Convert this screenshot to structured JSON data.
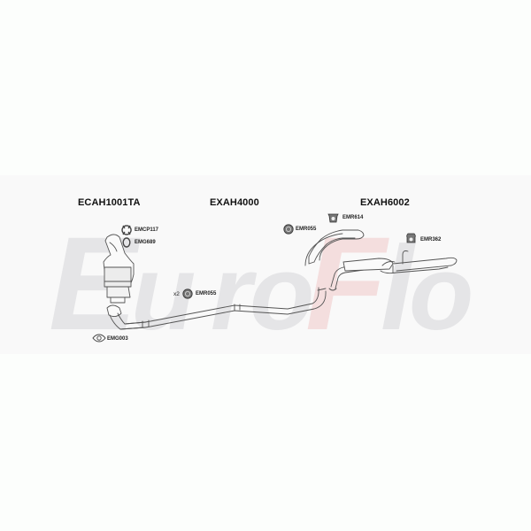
{
  "brand": {
    "watermark": "EuroFlo",
    "watermark_letters": [
      "E",
      "u",
      "r",
      "o",
      "F",
      "l",
      "o"
    ],
    "colors": {
      "watermark_gray": "#e4e4e6",
      "watermark_red": "#f4dcdc",
      "pipe_stroke": "#555555",
      "band_bg": "#f9f9f9"
    }
  },
  "sections": [
    {
      "id": "front",
      "title": "ECAH1001TA"
    },
    {
      "id": "middle",
      "title": "EXAH4000"
    },
    {
      "id": "rear",
      "title": "EXAH6002"
    }
  ],
  "parts": [
    {
      "code": "EMCP117",
      "icon": "clamp-icon",
      "qty": ""
    },
    {
      "code": "EMG689",
      "icon": "gasket-ring-icon",
      "qty": ""
    },
    {
      "code": "EMR055",
      "icon": "rubber-mount-icon",
      "qty": "x2"
    },
    {
      "code": "EMG003",
      "icon": "flange-gasket-icon",
      "qty": ""
    },
    {
      "code": "EMR055",
      "icon": "rubber-mount-icon",
      "qty": ""
    },
    {
      "code": "EMR614",
      "icon": "rubber-hanger-icon",
      "qty": ""
    },
    {
      "code": "EMR362",
      "icon": "rubber-hanger-icon",
      "qty": ""
    }
  ]
}
